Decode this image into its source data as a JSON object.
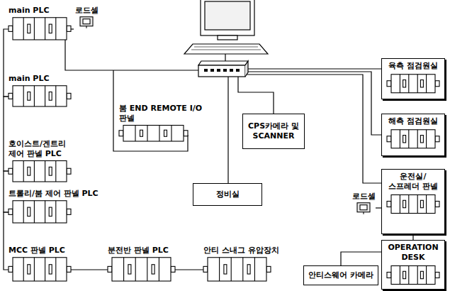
{
  "diagram": {
    "nodes": [
      {
        "text": [
          "main PLC"
        ]
      },
      {
        "text": [
          "로드셀"
        ]
      },
      {
        "text": [
          "main PLC"
        ]
      },
      {
        "text": [
          "붐 END REMOTE I/O 판넬"
        ]
      },
      {
        "text": [
          "호이스트/겐트리 제어 판넬 PLC"
        ]
      },
      {
        "text": [
          "트롤리/붐 제어 판넬 PLC"
        ]
      },
      {
        "text": [
          "MCC 판넬 PLC"
        ]
      },
      {
        "text": [
          "분전반 판넬 PLC"
        ]
      },
      {
        "text": [
          "안티 스내그 유압장치"
        ]
      },
      {
        "text": [
          "CPS카메라 및 SCANNER"
        ]
      },
      {
        "text": [
          "정비실"
        ]
      },
      {
        "text": [
          "육측 점검원실"
        ]
      },
      {
        "text": [
          "해측 점검원실"
        ]
      },
      {
        "text": [
          "운전실/ 스프레더 판넬"
        ]
      },
      {
        "text": [
          "로드셀"
        ]
      },
      {
        "text": [
          "OPERATION DESK"
        ]
      },
      {
        "text": [
          "안티스웨어 카메라"
        ]
      }
    ],
    "edges": [
      {
        "from": 1,
        "to": 0,
        "arrow": "none"
      },
      {
        "from": 0,
        "to": 2,
        "arrow": "none"
      },
      {
        "from": 2,
        "to": 4,
        "arrow": "none"
      },
      {
        "from": 4,
        "to": 5,
        "arrow": "none"
      },
      {
        "from": 5,
        "to": 6,
        "arrow": "none"
      },
      {
        "from": 6,
        "to": 7,
        "arrow": "none"
      },
      {
        "from": 7,
        "to": 8,
        "arrow": "none"
      },
      {
        "from": 14,
        "to": 13,
        "arrow": "none"
      },
      {
        "from": 13,
        "to": 15,
        "arrow": "none"
      },
      {
        "from": 16,
        "to": 15,
        "arrow": "none"
      }
    ]
  }
}
